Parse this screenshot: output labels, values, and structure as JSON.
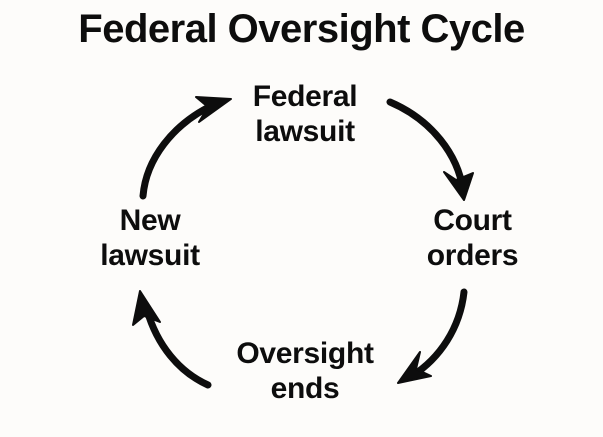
{
  "diagram": {
    "title": "Federal Oversight Cycle",
    "type": "cycle",
    "direction": "clockwise",
    "background_color": "#fdfcfa",
    "ink_color": "#0d0d0d",
    "nodes": [
      {
        "id": "federal-lawsuit",
        "position": "top",
        "line1": "Federal",
        "line2": "lawsuit"
      },
      {
        "id": "court-orders",
        "position": "right",
        "line1": "Court",
        "line2": "orders"
      },
      {
        "id": "oversight-ends",
        "position": "bottom",
        "line1": "Oversight",
        "line2": "ends"
      },
      {
        "id": "new-lawsuit",
        "position": "left",
        "line1": "New",
        "line2": "lawsuit"
      }
    ],
    "arrows": [
      {
        "id": "arrow-top-right",
        "from": "federal-lawsuit",
        "to": "court-orders"
      },
      {
        "id": "arrow-bottom-right",
        "from": "court-orders",
        "to": "oversight-ends"
      },
      {
        "id": "arrow-bottom-left",
        "from": "oversight-ends",
        "to": "new-lawsuit"
      },
      {
        "id": "arrow-top-left",
        "from": "new-lawsuit",
        "to": "federal-lawsuit"
      }
    ]
  }
}
